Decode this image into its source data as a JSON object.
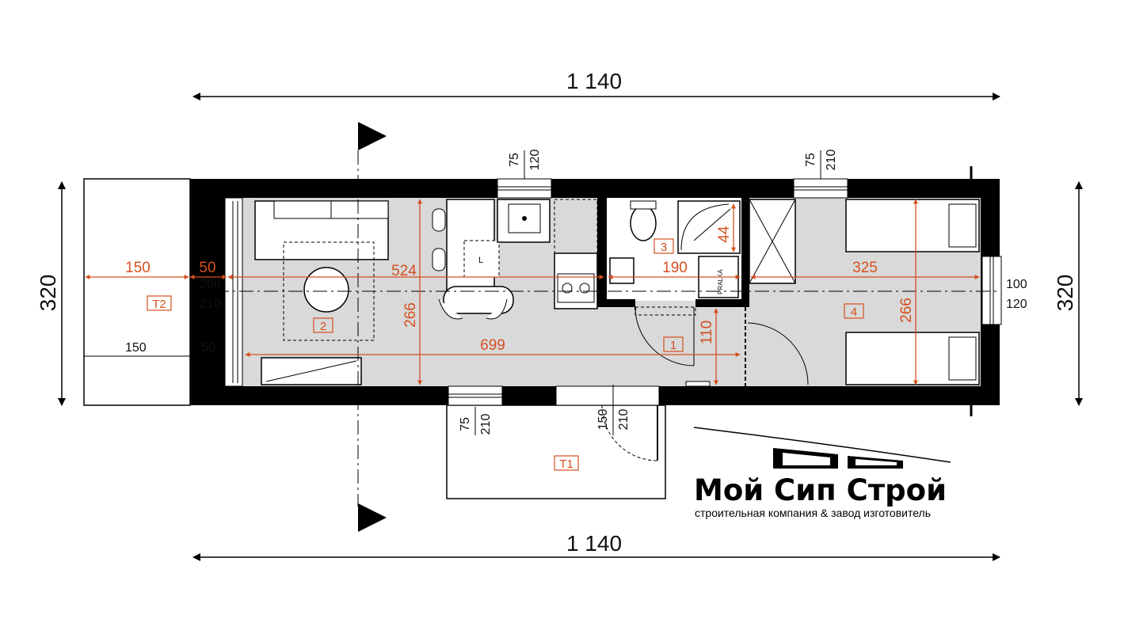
{
  "plan": {
    "overall_width_top": "1 140",
    "overall_width_bottom": "1 140",
    "overall_height_left": "320",
    "overall_height_right": "320",
    "rooms": {
      "room_1": "1",
      "room_2": "2",
      "room_3": "3",
      "room_4": "4",
      "terrace_1": "T1",
      "terrace_2": "T2"
    },
    "dimensions": {
      "t2_width": "150",
      "gap_width": "50",
      "t2_width_lower": "150",
      "gap_width_lower": "50",
      "living_length": "524",
      "living_height": "266",
      "corridor_length": "699",
      "bath_width": "190",
      "bedroom_width": "325",
      "bedroom_height": "266",
      "corridor_height": "110",
      "shower_size": "44",
      "door_left_w": "266",
      "door_left_h": "210",
      "window_right_w": "100",
      "window_right_h": "120",
      "kitchen_window_w": "75",
      "kitchen_window_h": "120",
      "bedroom_window_w": "75",
      "bedroom_window_h": "210",
      "front_window_w": "75",
      "front_window_h": "210",
      "entry_door_w": "150",
      "entry_door_h": "210"
    },
    "labels": {
      "fridge": "L",
      "washer": "PRALKA"
    }
  },
  "logo": {
    "title": "Мой Сип Строй",
    "subtitle": "строительная компания & завод изготовитель"
  },
  "colors": {
    "wall": "#000000",
    "floor": "#d9d9d9",
    "accent": "#d4501f"
  }
}
